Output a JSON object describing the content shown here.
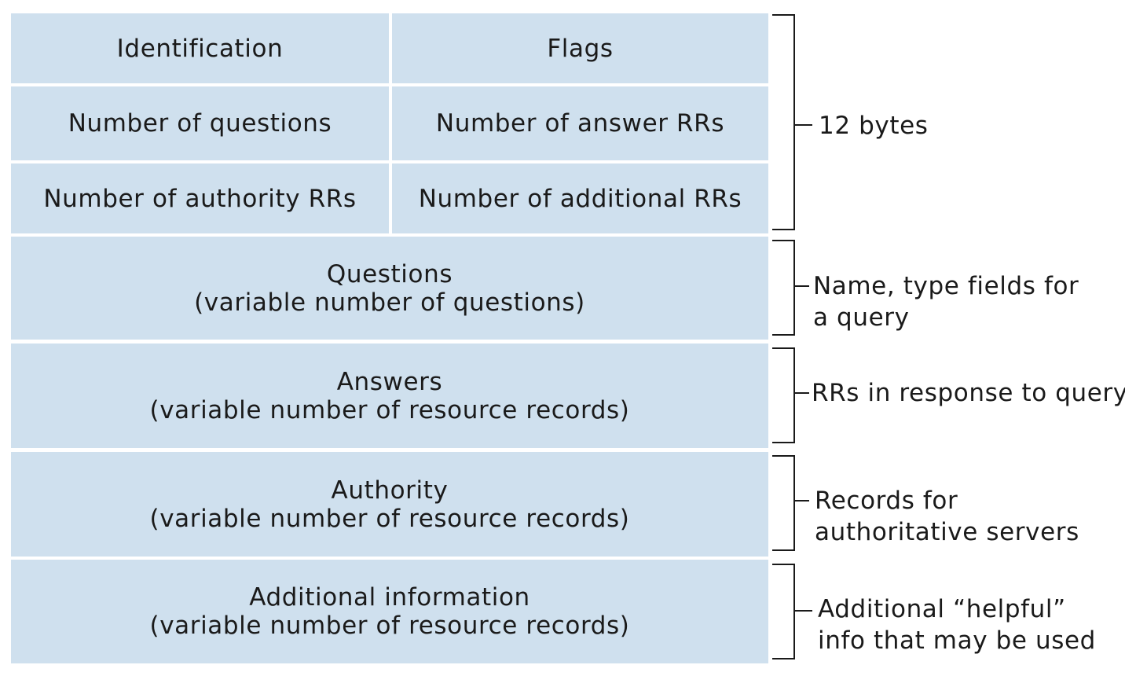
{
  "colors": {
    "field_fill": "#cfe0ee",
    "bracket_stroke": "#1a1a1a",
    "text": "#1a1a1a"
  },
  "header": {
    "identification": "Identification",
    "flags": "Flags",
    "num_questions": "Number of questions",
    "num_answer_rrs": "Number of answer RRs",
    "num_authority_rrs": "Number of authority RRs",
    "num_additional_rrs": "Number of additional RRs"
  },
  "sections": {
    "questions": {
      "title": "Questions",
      "subtitle": "(variable number of questions)"
    },
    "answers": {
      "title": "Answers",
      "subtitle": "(variable number of resource records)"
    },
    "authority": {
      "title": "Authority",
      "subtitle": "(variable number of resource records)"
    },
    "additional": {
      "title": "Additional information",
      "subtitle": "(variable number of resource records)"
    }
  },
  "annotations": {
    "header_size": "12 bytes",
    "questions_line1": "Name, type fields for",
    "questions_line2": "a query",
    "answers_line1": "RRs in response to query",
    "authority_line1": "Records for",
    "authority_line2": "authoritative servers",
    "additional_line1": "Additional “helpful”",
    "additional_line2": "info that may be used"
  }
}
